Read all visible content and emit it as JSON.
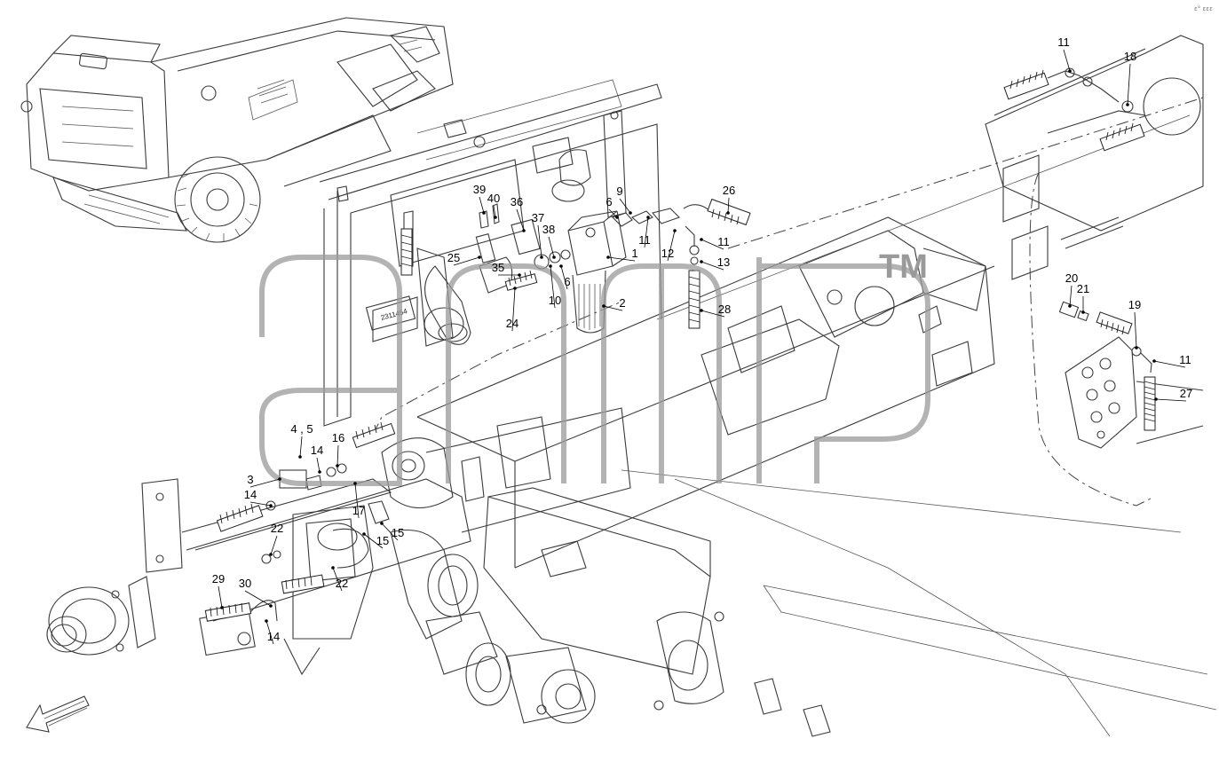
{
  "diagram": {
    "brand_mark": "TM",
    "corner_code": "ε° εεε",
    "callouts": [
      {
        "id": "c11a",
        "text": "11"
      },
      {
        "id": "c18",
        "text": "18"
      },
      {
        "id": "c39",
        "text": "39"
      },
      {
        "id": "c40",
        "text": "40"
      },
      {
        "id": "c36",
        "text": "36"
      },
      {
        "id": "c6a",
        "text": "6"
      },
      {
        "id": "c9",
        "text": "9"
      },
      {
        "id": "c26",
        "text": "26"
      },
      {
        "id": "c37",
        "text": "37"
      },
      {
        "id": "c38",
        "text": "38"
      },
      {
        "id": "c11b",
        "text": "11"
      },
      {
        "id": "c11c",
        "text": "11"
      },
      {
        "id": "c25",
        "text": "25"
      },
      {
        "id": "c1",
        "text": "1"
      },
      {
        "id": "c12",
        "text": "12"
      },
      {
        "id": "c13",
        "text": "13"
      },
      {
        "id": "c35",
        "text": "35"
      },
      {
        "id": "c6b",
        "text": "6"
      },
      {
        "id": "c10",
        "text": "10"
      },
      {
        "id": "c2",
        "text": "2"
      },
      {
        "id": "c28",
        "text": "28"
      },
      {
        "id": "c24",
        "text": "24"
      },
      {
        "id": "c20",
        "text": "20"
      },
      {
        "id": "c21",
        "text": "21"
      },
      {
        "id": "c19",
        "text": "19"
      },
      {
        "id": "c11d",
        "text": "11"
      },
      {
        "id": "c27",
        "text": "27"
      },
      {
        "id": "c45",
        "text": "4 , 5"
      },
      {
        "id": "c16",
        "text": "16"
      },
      {
        "id": "c14a",
        "text": "14"
      },
      {
        "id": "c3",
        "text": "3"
      },
      {
        "id": "c14b",
        "text": "14"
      },
      {
        "id": "c17",
        "text": "17"
      },
      {
        "id": "c22a",
        "text": "22"
      },
      {
        "id": "c15a",
        "text": "15"
      },
      {
        "id": "c15b",
        "text": "15"
      },
      {
        "id": "c29",
        "text": "29"
      },
      {
        "id": "c30",
        "text": "30"
      },
      {
        "id": "c22b",
        "text": "22"
      },
      {
        "id": "c14c",
        "text": "14"
      }
    ],
    "part_stamp": "2311454"
  }
}
